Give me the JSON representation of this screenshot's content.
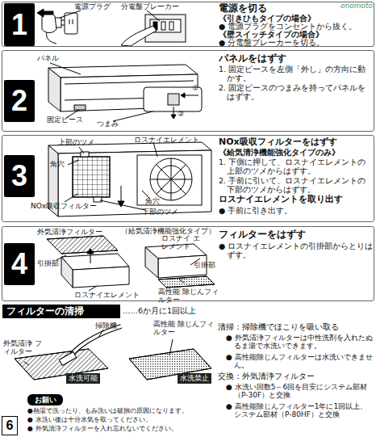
{
  "diagram": {
    "nodes": [
      {
        "text": [
          "電源を切る",
          "《引きひもタイプの場合》",
          "● 電源プラグをコンセントから抜く。",
          "《壁スイッチタイプの場合》",
          "● 分電盤ブレーカーを切る。"
        ]
      },
      {
        "text": [
          "1"
        ],
        "in": 0
      },
      {
        "text": [
          "パネルをはずす",
          "1. 固定ピースを左側「外し」の方向に動かす。",
          "2. 固定ピースのつまみを持ってパネルをはずす。"
        ]
      },
      {
        "text": [
          "2"
        ],
        "in": 2
      },
      {
        "text": [
          "NOx吸収フィルターをはずす",
          "《給気清浄機能強化タイプのみ》",
          "1. 下側に押して、ロスナイエレメントの上部のツメからはずす。",
          "2. 手前に引いて、ロスナイエレメントの下部のツメからはずす。",
          "ロスナイエレメントを取り出す",
          "● 手前に引き出す。"
        ]
      },
      {
        "text": [
          "3"
        ],
        "in": 4
      },
      {
        "text": [
          "フィルターをはずす",
          "● ロスナイエレメントの引掛部からとりはずす。"
        ]
      },
      {
        "text": [
          "4"
        ],
        "in": 6
      },
      {
        "text": [
          "フィルターの清掃"
        ]
      },
      {
        "text": [
          "水洗可能"
        ]
      },
      {
        "text": [
          "水洗禁止"
        ]
      },
      {
        "text": [
          "お願い"
        ]
      },
      {
        "text": [
          "6"
        ]
      }
    ],
    "labels": [
      "enomoto",
      "電源プラグ",
      "分電盤ブレーカー",
      "パネル",
      "固定ピース",
      "つまみ",
      "①",
      "②",
      "上部のツメ",
      "角穴",
      "ロスナイエレメント",
      "NOx吸収フィルター",
      "角穴",
      "下部のツメ",
      "外気清浄フィルター",
      "（給気清浄機能強化タイプ）",
      "ロスナイ エレメント",
      "引掛部",
      "引掛部",
      "高性能 除じんフィルター",
      "ロスナイエレメント",
      "……6か月に1回以上",
      "掃除機",
      "高性能 除じんフィルター",
      "外気清浄 フィルター",
      "●熱湯で洗ったり、もみ洗いは破損の原因になります。",
      "● 水洗い後は十分水気を取ってください。",
      "● 外気清浄フィルターを入れ忘れないでください。",
      "清掃：掃除機でほこりを吸い取る",
      "● 外気清浄フィルターは中性洗剤を入れたぬるま湯で水洗いできます。",
      "● 高性能除じんフィルターは水洗いできません。",
      "交換：外気清浄フィルター",
      "● 水洗い回数5～6回を目安にシステム部材（P-30F）と交換",
      "● 高性能除じんフィルター1年に1回以上、システム部材（P-80HF）と交換"
    ]
  }
}
